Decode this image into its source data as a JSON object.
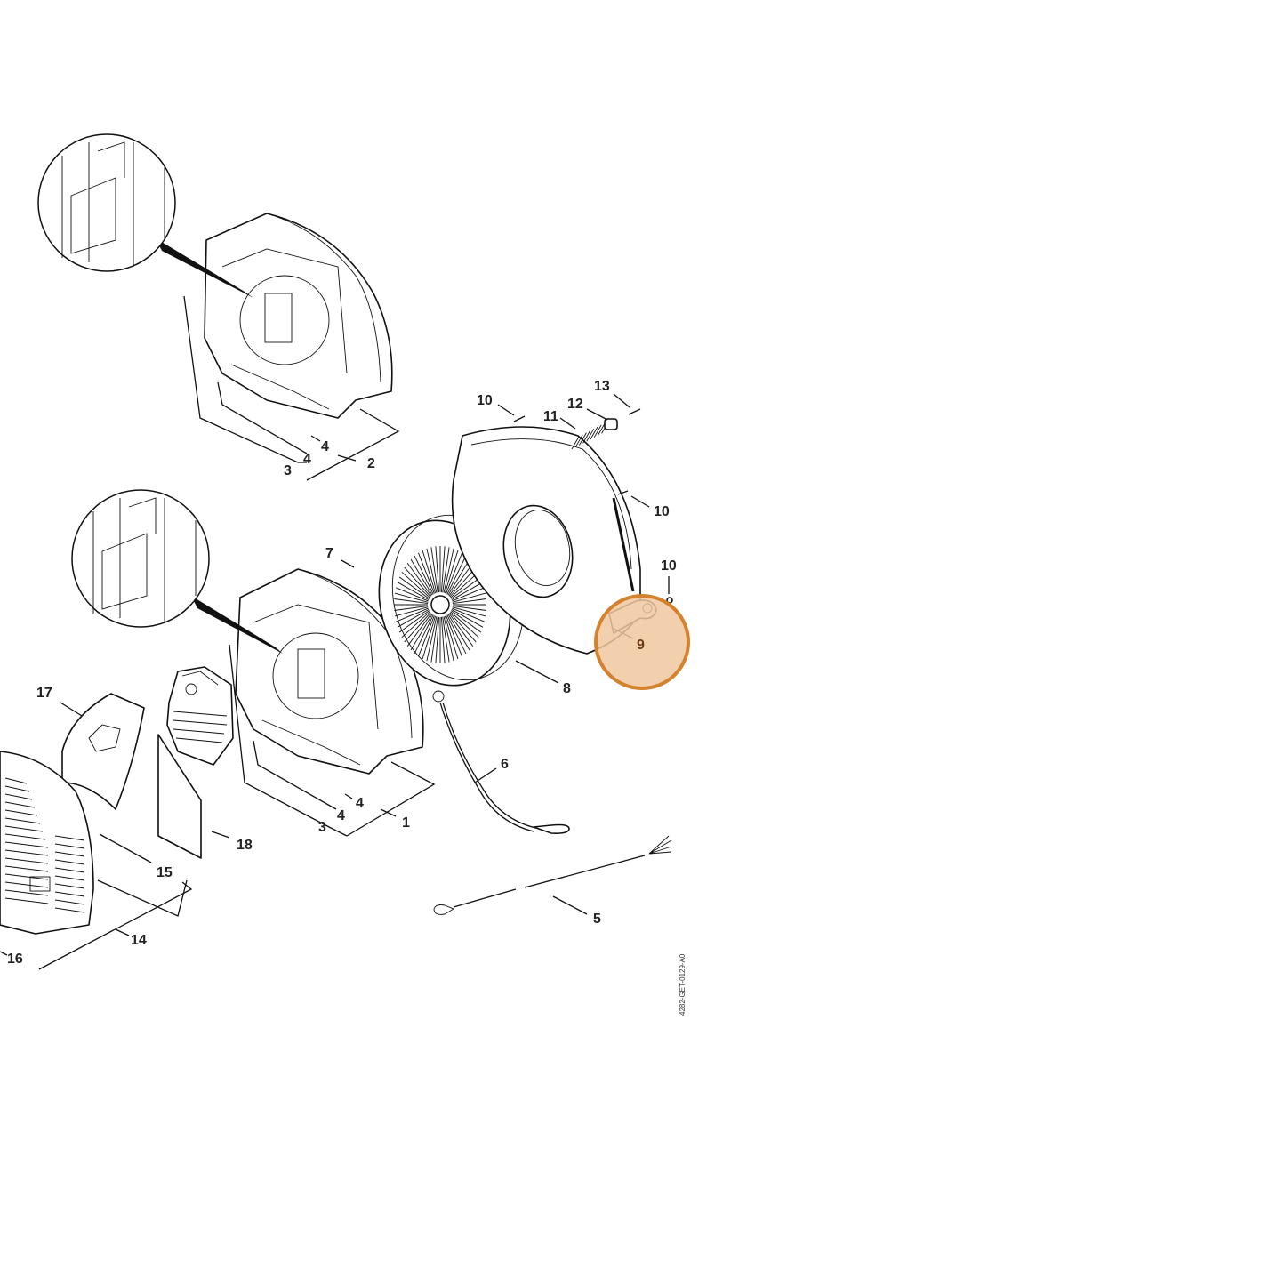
{
  "highlight": {
    "label": "9",
    "fill": "#f0c8a0",
    "stroke": "#d4822e"
  },
  "labels": {
    "p1": "1",
    "p2": "2",
    "p3a": "3",
    "p3b": "3",
    "p4a": "4",
    "p4b": "4",
    "p4c": "4",
    "p4d": "4",
    "p5": "5",
    "p6": "6",
    "p7": "7",
    "p8": "8",
    "p10a": "10",
    "p10b": "10",
    "p10c": "10",
    "p11": "11",
    "p12": "12",
    "p13": "13",
    "p14": "14",
    "p15": "15",
    "p16": "16",
    "p17": "17",
    "p18": "18"
  },
  "drawing_code": "4282-GET-0129-A0"
}
